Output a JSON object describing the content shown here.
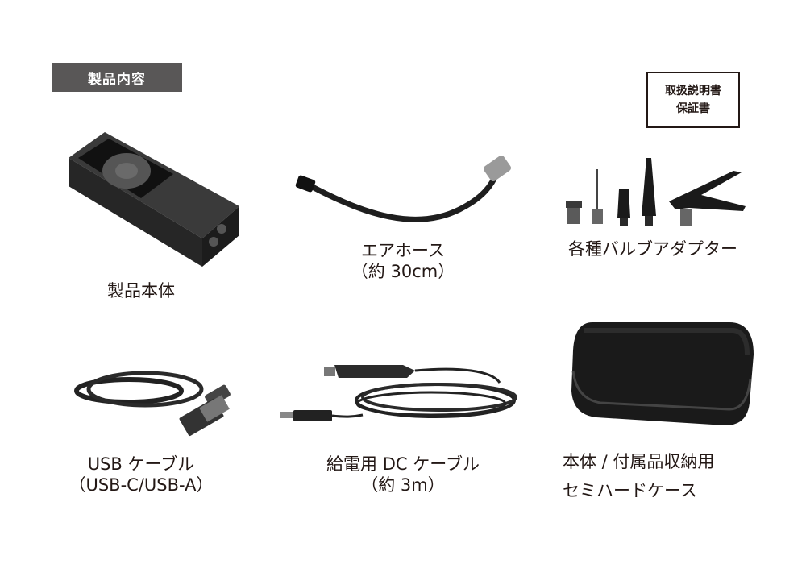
{
  "header": {
    "title": "製品内容"
  },
  "documents_box": {
    "line1": "取扱説明書",
    "line2": "保証書"
  },
  "items": [
    {
      "id": "main-unit",
      "label_line1": "製品本体",
      "label_line2": "",
      "icon": "compressor-unit"
    },
    {
      "id": "air-hose",
      "label_line1": "エアホース",
      "label_line2": "（約 30cm）",
      "icon": "air-hose"
    },
    {
      "id": "valve-adapters",
      "label_line1": "各種バルブアダプター",
      "label_line2": "",
      "icon": "valve-adapters"
    },
    {
      "id": "usb-cable",
      "label_line1": "USB ケーブル",
      "label_line2": "（USB-C/USB-A）",
      "icon": "usb-cable"
    },
    {
      "id": "dc-cable",
      "label_line1": "給電用 DC ケーブル",
      "label_line2": "（約 3m）",
      "icon": "dc-car-cable"
    },
    {
      "id": "storage-case",
      "label_line1": "本体 / 付属品収納用",
      "label_line2": "セミハードケース",
      "icon": "semi-hard-case"
    }
  ],
  "colors": {
    "header_bg": "#595757",
    "text": "#231815",
    "product": "#2b2b2b"
  }
}
